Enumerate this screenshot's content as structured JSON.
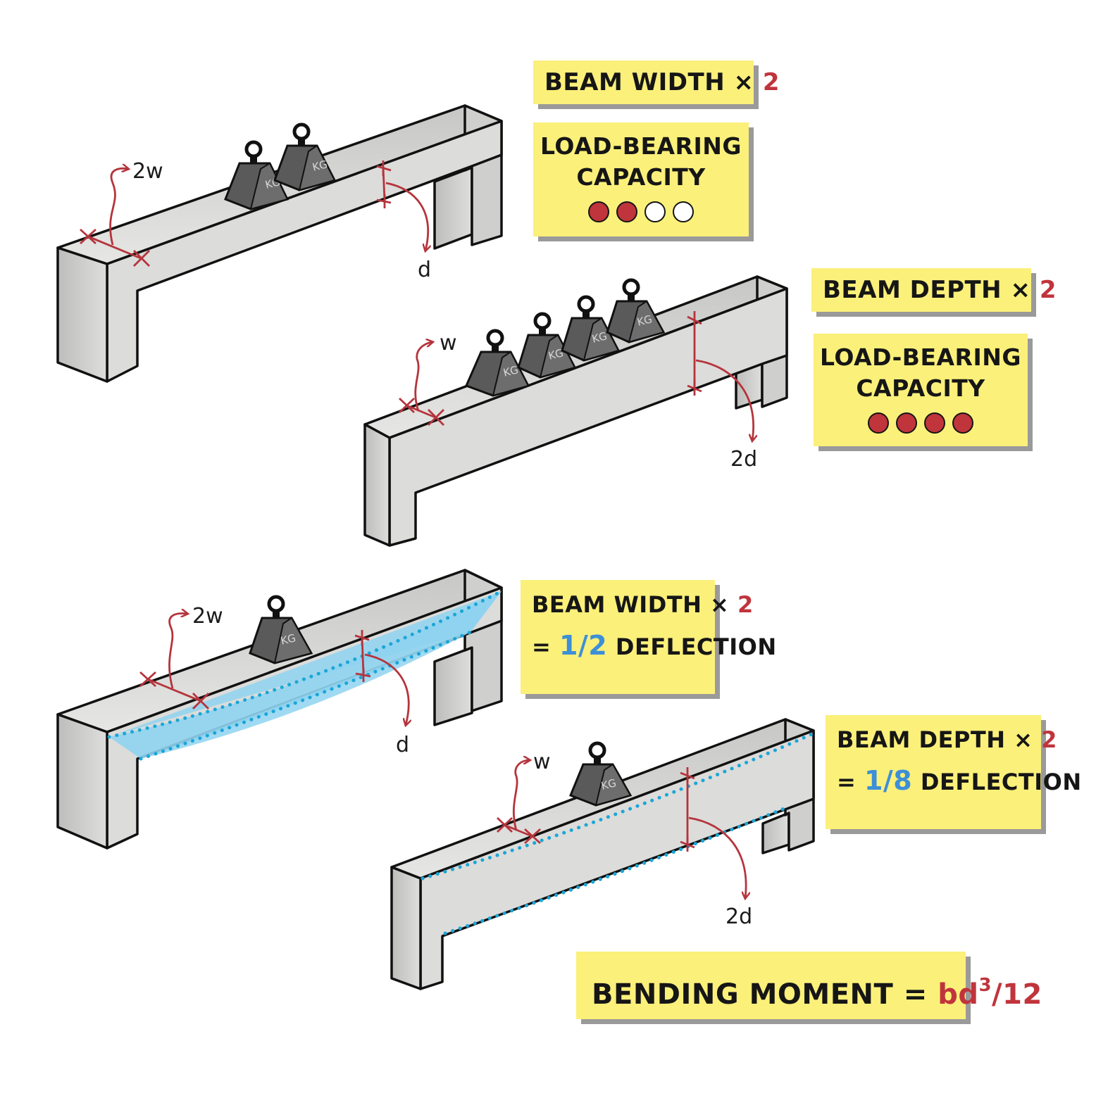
{
  "panels": {
    "p1": {
      "header": "BEAM WIDTH",
      "factor": "2",
      "cap_line1": "LOAD-BEARING",
      "cap_line2": "CAPACITY",
      "capacity_filled": 2,
      "capacity_total": 4,
      "width_label": "2w",
      "depth_label": "d",
      "weight_label": "KG"
    },
    "p2": {
      "header": "BEAM DEPTH",
      "factor": "2",
      "cap_line1": "LOAD-BEARING",
      "cap_line2": "CAPACITY",
      "capacity_filled": 4,
      "capacity_total": 4,
      "width_label": "w",
      "depth_label": "2d",
      "weight_label": "KG"
    },
    "p3": {
      "header": "BEAM WIDTH",
      "factor": "2",
      "result_num": "1",
      "result_den": "2",
      "result_word": "DEFLECTION",
      "width_label": "2w",
      "depth_label": "d",
      "weight_label": "KG"
    },
    "p4": {
      "header": "BEAM DEPTH",
      "factor": "2",
      "result_num": "1",
      "result_den": "8",
      "result_word": "DEFLECTION",
      "width_label": "w",
      "depth_label": "2d",
      "weight_label": "KG"
    }
  },
  "formula": {
    "label": "BENDING MOMENT",
    "expr_base": "bd",
    "expr_power": "3",
    "expr_den": "12"
  },
  "colors": {
    "note": "#fbf07a",
    "accent_red": "#c0343c",
    "accent_blue": "#3d8fd8",
    "deflection_fill": "#8fd3f0",
    "dotted": "#1aa6d8",
    "beam_face": "#dcdcda",
    "ink": "#161616"
  }
}
